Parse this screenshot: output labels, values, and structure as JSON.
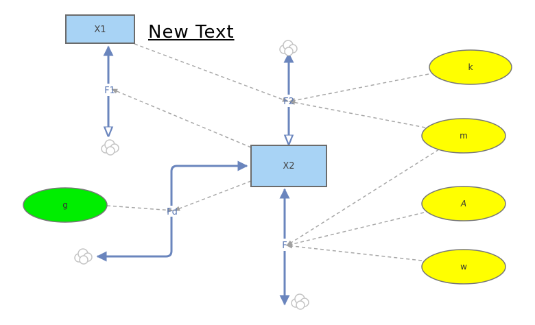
{
  "note": "New Text",
  "stocks": {
    "x1": "X1",
    "x2": "X2"
  },
  "flows": {
    "f1": "F1",
    "f2": "F2",
    "fd": "Fd",
    "f": "F"
  },
  "variables": {
    "k": "k",
    "m": "m",
    "a": "A",
    "w": "w",
    "g": "g"
  },
  "colors": {
    "stock_fill": "#a8d3f5",
    "stock_stroke": "#6b6b6b",
    "flow_pipe": "#6a85bd",
    "link": "#a6a6a6",
    "variable_fill": "#ffff00",
    "g_fill": "#00ee00",
    "ellipse_stroke": "#777777"
  }
}
